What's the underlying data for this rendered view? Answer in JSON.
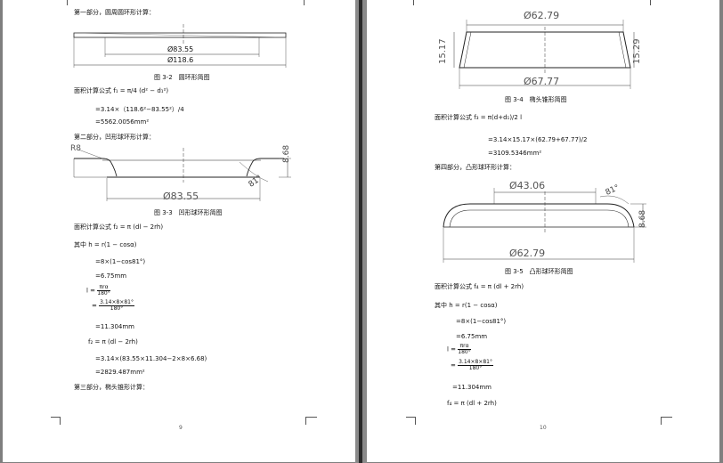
{
  "pages": [
    {
      "number": "9",
      "section1": "第一部分，圆周圆环形计算：",
      "fig2": {
        "caption": "图 3-2　圆环形简图",
        "dim_inner": "Ø83.55",
        "dim_outer": "Ø118.6"
      },
      "formula1_label": "面积计算公式",
      "formula1_expr": "f₁ = π/4 (d² − d₁²)",
      "calc1_line1": "=3.14×（118.6²−83.55²）/4",
      "calc1_result": "=5562.0056mm²",
      "section2": "第二部分，凹形球环形计算：",
      "fig3": {
        "caption": "图 3-3　凹形球环形简图",
        "radius": "R8",
        "angle": "81°",
        "height": "8.68",
        "dim": "Ø83.55"
      },
      "formula2": "面积计算公式 f₂ = π (dl − 2rh)",
      "where_line": "其中 h = r(1 − cosα)",
      "h_calc": "=8×(1−cos81°)",
      "h_result": "=6.75mm",
      "l_label": "l =",
      "l_num": "πrα",
      "l_den": "180°",
      "l_num2": "3.14×8×81°",
      "l_den2": "180°",
      "l_result": "=11.304mm",
      "f2_line": "f₂ = π (dl − 2rh)",
      "f2_calc": "=3.14×(83.55×11.304−2×8×6.68)",
      "f2_result": "=2829.487mm²",
      "section3": "第三部分，椭头锥形计算："
    },
    {
      "number": "10",
      "fig4": {
        "caption": "图 3-4　椭头锥形简图",
        "dim_top": "Ø62.79",
        "dim_bottom": "Ø67.77",
        "h_left": "15.17",
        "h_right": "15.29"
      },
      "formula3": "面积计算公式 f₃ = π(d+d₁)/2 l",
      "calc3_line1": "=3.14×15.17×(62.79+67.77)/2",
      "calc3_result": "=3109.5346mm²",
      "section4": "第四部分，凸形球环形计算：",
      "fig5": {
        "caption": "图 3-5　凸形球环形简图",
        "dim_top": "Ø43.06",
        "dim_bottom": "Ø62.79",
        "angle": "81°",
        "height": "8.68"
      },
      "formula4": "面积计算公式 f₄ = π (dl + 2rh)",
      "where_line": "其中 h = r(1 − cosα)",
      "h_calc": "=8×(1−cos81°)",
      "h_result": "=6.75mm",
      "l_label": "l =",
      "l_num": "πrα",
      "l_den": "180°",
      "l_num2": "3.14×8×81°",
      "l_den2": "180°",
      "l_result": "=11.304mm",
      "f4_line": "f₄ = π (dl + 2rh)"
    }
  ]
}
